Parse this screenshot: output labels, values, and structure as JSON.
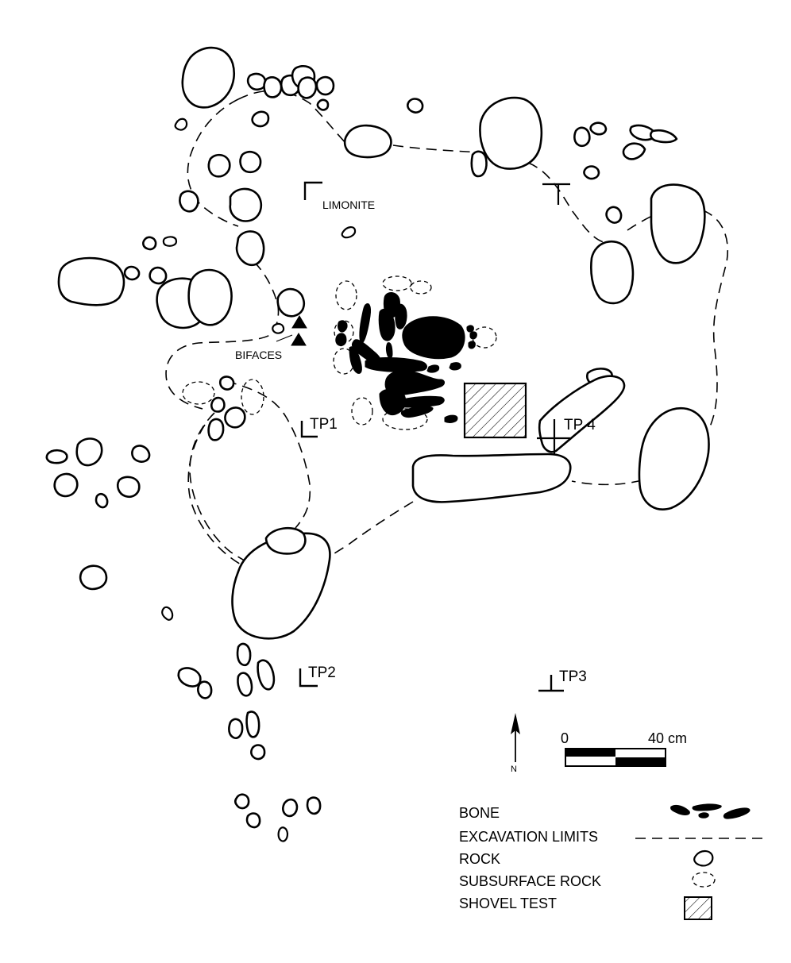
{
  "labels": {
    "limonite": "LIMONITE",
    "bifaces": "BIFACES",
    "tp1": "TP1",
    "tp2": "TP2",
    "tp3": "TP3",
    "tp4": "TP 4"
  },
  "scale": {
    "zero": "0",
    "max": "40 cm"
  },
  "north_arrow": {
    "letter": "N"
  },
  "legend": {
    "bone": "BONE",
    "excavation_limits": "EXCAVATION LIMITS",
    "rock": "ROCK",
    "subsurface_rock": "SUBSURFACE ROCK",
    "shovel_test": "SHOVEL TEST"
  },
  "colors": {
    "ink": "#000000",
    "paper": "#ffffff"
  }
}
